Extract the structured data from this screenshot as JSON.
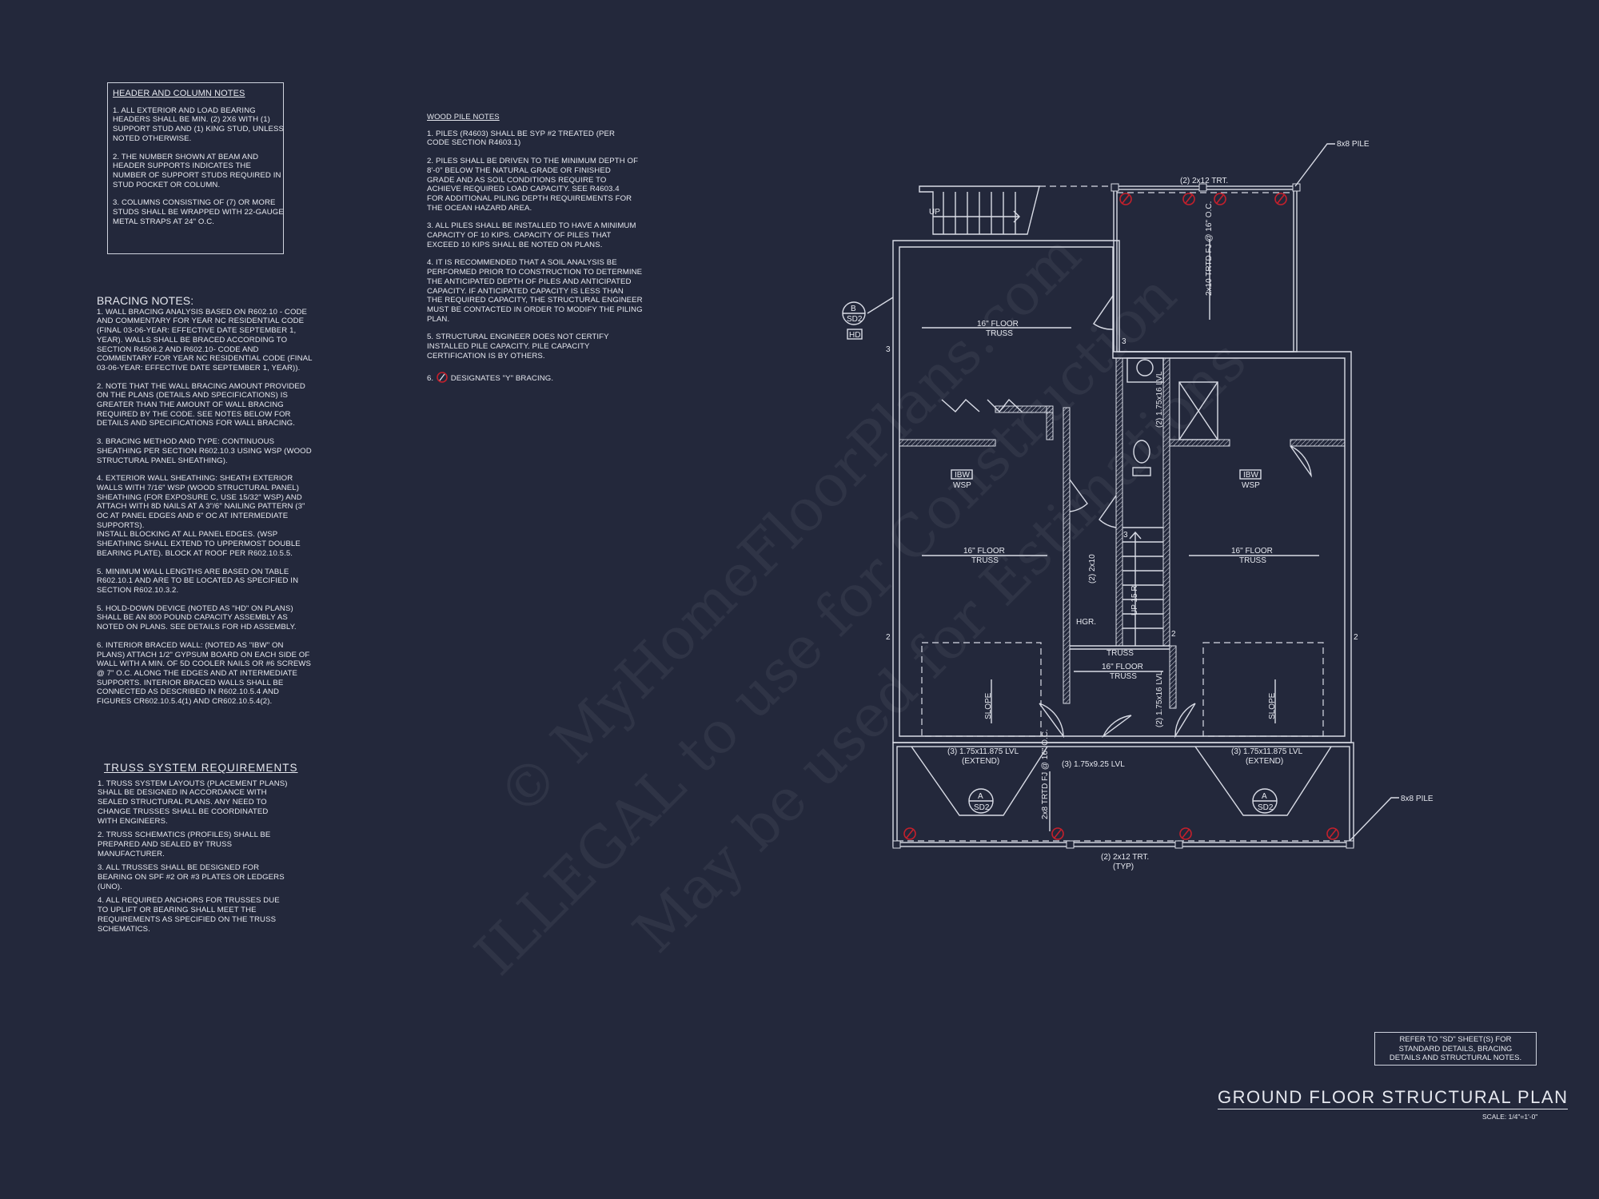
{
  "header_notes": {
    "title": "HEADER AND COLUMN NOTES",
    "paragraphs": [
      [
        "1. ALL EXTERIOR AND LOAD BEARING",
        "HEADERS SHALL BE MIN. (2) 2x6 WITH (1)",
        "SUPPORT STUD AND (1) KING STUD, UNLESS",
        "NOTED OTHERWISE."
      ],
      [
        "2. THE NUMBER SHOWN AT BEAM AND",
        "HEADER SUPPORTS INDICATES THE",
        "NUMBER OF SUPPORT STUDS REQUIRED IN",
        "STUD POCKET OR COLUMN."
      ],
      [
        "3. COLUMNS CONSISTING OF (7) OR MORE",
        "STUDS SHALL BE WRAPPED WITH 22-GAUGE",
        "METAL STRAPS AT 24\" O.C."
      ]
    ]
  },
  "bracing_notes": {
    "title": "BRACING NOTES:",
    "paragraphs": [
      [
        "1. WALL BRACING ANALYSIS BASED ON R602.10 - CODE",
        "AND COMMENTARY FOR YEAR NC RESIDENTIAL CODE",
        "(FINAL 03-06-YEAR: EFFECTIVE DATE SEPTEMBER 1,",
        "YEAR). WALLS SHALL BE BRACED ACCORDING TO",
        "SECTION R4506.2 AND R602.10- CODE AND",
        "COMMENTARY FOR YEAR NC RESIDENTIAL CODE (FINAL",
        "03-06-YEAR: EFFECTIVE DATE SEPTEMBER 1, YEAR))."
      ],
      [
        "2. NOTE THAT THE WALL BRACING AMOUNT PROVIDED",
        "ON THE PLANS (DETAILS AND SPECIFICATIONS) IS",
        "GREATER THAN THE AMOUNT OF WALL BRACING",
        "REQUIRED BY THE CODE. SEE NOTES BELOW FOR",
        "DETAILS AND SPECIFICATIONS FOR WALL BRACING."
      ],
      [
        "3. BRACING METHOD AND TYPE: CONTINUOUS",
        "SHEATHING PER SECTION R602.10.3 USING WSP (WOOD",
        "STRUCTURAL PANEL SHEATHING)."
      ],
      [
        "4. EXTERIOR WALL SHEATHING: SHEATH EXTERIOR",
        "WALLS WITH 7/16\" WSP (WOOD STRUCTURAL PANEL)",
        "SHEATHING (FOR EXPOSURE C, USE 15/32\" WSP) AND",
        "ATTACH WITH 8d NAILS AT A 3\"/6\" NAILING PATTERN (3\"",
        "OC AT PANEL EDGES AND 6\" OC AT INTERMEDIATE",
        "SUPPORTS).",
        "INSTALL BLOCKING AT ALL PANEL EDGES. (WSP",
        "SHEATHING SHALL EXTEND TO UPPERMOST DOUBLE",
        "BEARING PLATE). BLOCK AT ROOF PER R602.10.5.5."
      ],
      [
        "5. MINIMUM WALL LENGTHS ARE BASED ON TABLE",
        "R602.10.1 AND ARE TO BE LOCATED AS SPECIFIED IN",
        "SECTION R602.10.3.2."
      ],
      [
        "5. HOLD-DOWN DEVICE (NOTED AS \"HD\" ON PLANS)",
        "SHALL BE AN 800 POUND CAPACITY ASSEMBLY AS",
        "NOTED ON PLANS. SEE DETAILS FOR HD ASSEMBLY."
      ],
      [
        "6. INTERIOR BRACED WALL: (NOTED AS \"IBW\" ON",
        "PLANS) ATTACH 1/2\" GYPSUM BOARD ON EACH SIDE OF",
        "WALL WITH A MIN. OF 5d COOLER NAILS OR #6 SCREWS",
        "@ 7\" O.C. ALONG THE EDGES AND AT INTERMEDIATE",
        "SUPPORTS.  INTERIOR BRACED WALLS SHALL BE",
        "CONNECTED AS DESCRIBED IN R602.10.5.4 AND",
        "FIGURES CR602.10.5.4(1) AND CR602.10.5.4(2)."
      ]
    ]
  },
  "truss_notes": {
    "title": "TRUSS SYSTEM REQUIREMENTS",
    "paragraphs": [
      [
        "1. TRUSS SYSTEM LAYOUTS (PLACEMENT PLANS)",
        "SHALL BE DESIGNED IN ACCORDANCE WITH",
        "SEALED STRUCTURAL PLANS. ANY NEED TO",
        "CHANGE TRUSSES SHALL BE COORDINATED",
        "WITH  ENGINEERS."
      ],
      [
        "2. TRUSS SCHEMATICS (PROFILES) SHALL BE",
        "PREPARED AND SEALED BY TRUSS",
        "MANUFACTURER."
      ],
      [
        "3. ALL TRUSSES SHALL BE DESIGNED FOR",
        "BEARING ON SPF #2 OR #3 PLATES OR LEDGERS",
        "(UNO)."
      ],
      [
        "4. ALL REQUIRED ANCHORS FOR TRUSSES DUE",
        "TO UPLIFT OR BEARING SHALL MEET THE",
        "REQUIREMENTS AS SPECIFIED ON THE TRUSS",
        "SCHEMATICS."
      ]
    ]
  },
  "pile_notes": {
    "title": "WOOD PILE NOTES",
    "paragraphs": [
      [
        "1. PILES (R4603) SHALL BE SYP #2 TREATED (PER",
        "CODE SECTION R4603.1)"
      ],
      [
        "2. PILES SHALL BE DRIVEN TO THE MINIMUM DEPTH OF",
        "8'-0\" BELOW THE NATURAL GRADE OR FINISHED",
        "GRADE AND AS SOIL CONDITIONS REQUIRE TO",
        "ACHIEVE REQUIRED LOAD CAPACITY. SEE R4603.4",
        "FOR ADDITIONAL PILING DEPTH REQUIREMENTS FOR",
        "THE OCEAN HAZARD AREA."
      ],
      [
        "3. ALL PILES SHALL BE INSTALLED TO HAVE A MINIMUM",
        "CAPACITY OF 10 KIPS. CAPACITY OF PILES THAT",
        "EXCEED 10 KIPS SHALL BE NOTED ON PLANS."
      ],
      [
        "4. IT IS RECOMMENDED THAT A SOIL ANALYSIS BE",
        "PERFORMED PRIOR TO CONSTRUCTION TO DETERMINE",
        "THE ANTICIPATED DEPTH OF PILES AND ANTICIPATED",
        "CAPACITY. IF ANTICIPATED CAPACITY IS LESS THAN",
        "THE REQUIRED CAPACITY, THE STRUCTURAL ENGINEER",
        "MUST BE CONTACTED IN ORDER TO MODIFY THE PILING",
        "PLAN."
      ],
      [
        "5. STRUCTURAL ENGINEER DOES NOT CERTIFY",
        "INSTALLED PILE CAPACITY. PILE CAPACITY",
        "CERTIFICATION IS BY OTHERS."
      ]
    ],
    "note6_num": "6.",
    "note6_text": "DESIGNATES \"Y\" BRACING."
  },
  "plan_labels": {
    "pile_top": "8x8 PILE",
    "pile_bottom": "8x8 PILE",
    "beam_top": "(2) 2x12 TRT.",
    "deck_joist": "2x10 TRTD FJ @ 16\" O.C.",
    "stair_up": "UP",
    "detail_b": "B",
    "detail_b_sheet": "SD2",
    "hold_down": "HD",
    "floor_truss": "16\" FLOOR",
    "truss": "TRUSS",
    "ibw": "IBW",
    "wsp": "WSP",
    "lvl_16": "(2) 1.75x16 LVL",
    "hdr_2x10": "(2) 2x10",
    "hgr": "HGR.",
    "stair_up_15r": "UP  15 R",
    "slope": "SLOPE",
    "lvl_11875": "(3) 1.75x11.875 LVL",
    "extend": "(EXTEND)",
    "lvl_925": "(3) 1.75x9.25 LVL",
    "detail_a": "A",
    "detail_a_sheet": "SD2",
    "porch_joist": "2x8 TRTD FJ @ 16\" O.C.",
    "beam_bottom": "(2) 2x12 TRT.",
    "typ": "(TYP)",
    "stud_2": "2",
    "stud_3": "3"
  },
  "refer_note": [
    "REFER TO \"SD\"  SHEET(S) FOR",
    "STANDARD DETAILS, BRACING",
    "DETAILS AND STRUCTURAL NOTES."
  ],
  "sheet_title": "GROUND FLOOR STRUCTURAL PLAN",
  "scale": "SCALE: 1/4\"=1'-0\"",
  "watermark": [
    "© MyHomeFloorPlans.com",
    "ILLEGAL to use for Construction",
    "May be used for Estimations"
  ],
  "colors": {
    "background": "#23283b",
    "linework": "#d9dce6",
    "y_bracing": "#c4202c"
  }
}
